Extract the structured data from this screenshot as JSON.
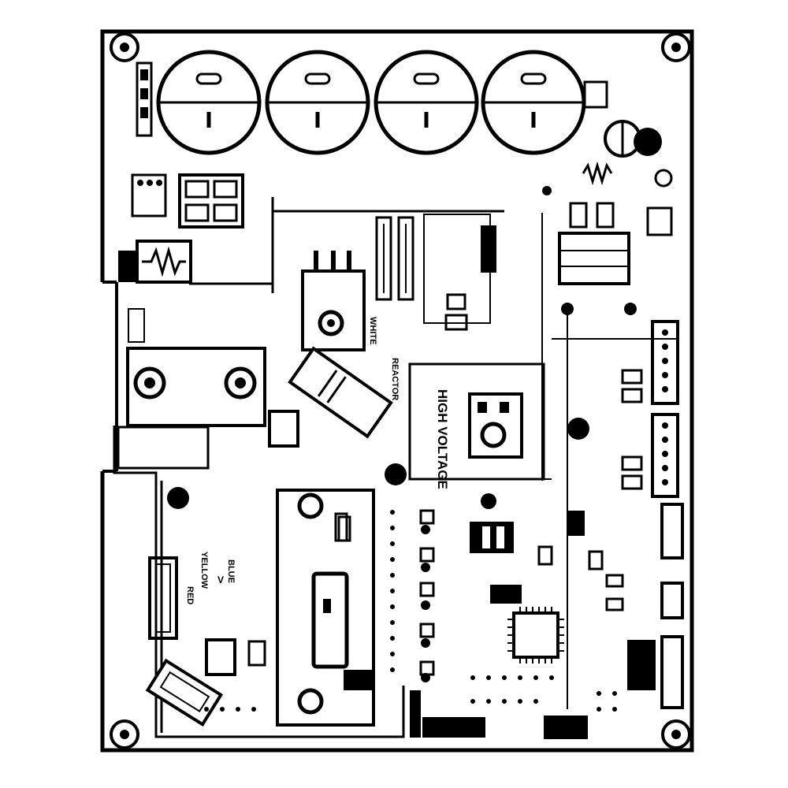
{
  "board": {
    "ink_color": "#000000",
    "paper_color": "#ffffff"
  },
  "labels": {
    "white": "WHITE",
    "reactor": "REACTOR",
    "high_voltage": "HIGH VOLTAGE",
    "yellow": "YELLOW",
    "blue": "BLUE",
    "red": "RED",
    "v": "V"
  },
  "icons": [
    "mounting-hole-icon",
    "capacitor-icon",
    "heatsink-icon",
    "ic-chip-icon",
    "connector-icon",
    "resistor-icon"
  ]
}
